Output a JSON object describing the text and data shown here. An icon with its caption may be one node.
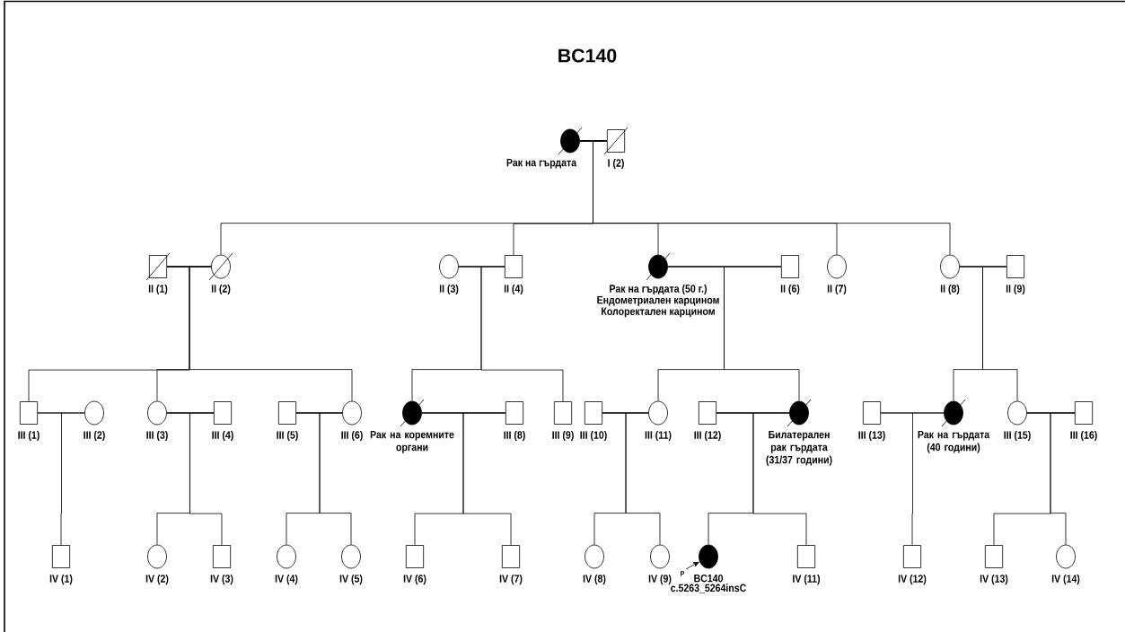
{
  "diagram": {
    "title": "BC140",
    "nodes": [
      {
        "text": [],
        "shape": "circle",
        "beside": [
          "Рак на гърдата"
        ]
      },
      {
        "text": [],
        "shape": "box",
        "beside": [
          "I (2)"
        ]
      },
      {
        "text": [],
        "shape": "box",
        "beside": [
          "II (1)"
        ]
      },
      {
        "text": [],
        "shape": "circle",
        "beside": [
          "II (2)"
        ]
      },
      {
        "text": [],
        "shape": "circle",
        "beside": [
          "II (3)"
        ]
      },
      {
        "text": [],
        "shape": "box",
        "beside": [
          "II (4)"
        ]
      },
      {
        "text": [],
        "shape": "circle",
        "beside": [
          "Рак на гърдата (50 г.)",
          "Ендометриален карцином",
          "Колоректален карцином"
        ]
      },
      {
        "text": [],
        "shape": "box",
        "beside": [
          "II (6)"
        ]
      },
      {
        "text": [],
        "shape": "circle",
        "beside": [
          "II (7)"
        ]
      },
      {
        "text": [],
        "shape": "circle",
        "beside": [
          "II (8)"
        ]
      },
      {
        "text": [],
        "shape": "box",
        "beside": [
          "II (9)"
        ]
      },
      {
        "text": [],
        "shape": "box",
        "beside": [
          "III (1)"
        ]
      },
      {
        "text": [],
        "shape": "circle",
        "beside": [
          "III (2)"
        ]
      },
      {
        "text": [],
        "shape": "circle",
        "beside": [
          "III (3)"
        ]
      },
      {
        "text": [],
        "shape": "box",
        "beside": [
          "III (4)"
        ]
      },
      {
        "text": [],
        "shape": "box",
        "beside": [
          "III (5)"
        ]
      },
      {
        "text": [],
        "shape": "circle",
        "beside": [
          "III (6)"
        ]
      },
      {
        "text": [],
        "shape": "circle",
        "beside": [
          "Рак на коремните органи"
        ]
      },
      {
        "text": [],
        "shape": "box",
        "beside": [
          "III (8)"
        ]
      },
      {
        "text": [],
        "shape": "box",
        "beside": [
          "III (9)"
        ]
      },
      {
        "text": [],
        "shape": "box",
        "beside": [
          "III (10)"
        ]
      },
      {
        "text": [],
        "shape": "circle",
        "beside": [
          "III (11)"
        ]
      },
      {
        "text": [],
        "shape": "box",
        "beside": [
          "III (12)"
        ]
      },
      {
        "text": [],
        "shape": "circle",
        "beside": [
          "Билатерален рак гърдата (31/37 години)"
        ]
      },
      {
        "text": [],
        "shape": "box",
        "beside": [
          "III (13)"
        ]
      },
      {
        "text": [],
        "shape": "circle",
        "beside": [
          "Рак на гърдата (40 години)"
        ]
      },
      {
        "text": [],
        "shape": "circle",
        "beside": [
          "III (15)"
        ]
      },
      {
        "text": [],
        "shape": "box",
        "beside": [
          "III (16)"
        ]
      },
      {
        "text": [],
        "shape": "box",
        "beside": [
          "IV (1)"
        ]
      },
      {
        "text": [],
        "shape": "circle",
        "beside": [
          "IV (2)"
        ]
      },
      {
        "text": [],
        "shape": "box",
        "beside": [
          "IV (3)"
        ]
      },
      {
        "text": [],
        "shape": "circle",
        "beside": [
          "IV (4)"
        ]
      },
      {
        "text": [],
        "shape": "circle",
        "beside": [
          "IV (5)"
        ]
      },
      {
        "text": [],
        "shape": "box",
        "beside": [
          "IV (6)"
        ]
      },
      {
        "text": [],
        "shape": "box",
        "beside": [
          "IV (7)"
        ]
      },
      {
        "text": [],
        "shape": "circle",
        "beside": [
          "IV (8)"
        ]
      },
      {
        "text": [],
        "shape": "circle",
        "beside": [
          "IV (9)"
        ]
      },
      {
        "text": [],
        "shape": "circle",
        "beside": [
          "BC140",
          "c.5263_5264insC"
        ]
      },
      {
        "text": [],
        "shape": "box",
        "beside": [
          "IV (11)"
        ]
      },
      {
        "text": [],
        "shape": "box",
        "beside": [
          "IV (12)"
        ]
      },
      {
        "text": [],
        "shape": "box",
        "beside": [
          "IV (13)"
        ]
      },
      {
        "text": [],
        "shape": "circle",
        "beside": [
          "IV (14)"
        ]
      }
    ],
    "edges": [
      {
        "from": 0,
        "to": 1,
        "arrow": "none"
      },
      {
        "from": 2,
        "to": 3,
        "arrow": "none"
      },
      {
        "from": 4,
        "to": 5,
        "arrow": "none"
      },
      {
        "from": 6,
        "to": 7,
        "arrow": "none"
      },
      {
        "from": 9,
        "to": 10,
        "arrow": "none"
      },
      {
        "from": 11,
        "to": 12,
        "arrow": "none"
      },
      {
        "from": 13,
        "to": 14,
        "arrow": "none"
      },
      {
        "from": 15,
        "to": 16,
        "arrow": "none"
      },
      {
        "from": 17,
        "to": 18,
        "arrow": "none"
      },
      {
        "from": 20,
        "to": 21,
        "arrow": "none"
      },
      {
        "from": 22,
        "to": 23,
        "arrow": "none"
      },
      {
        "from": 24,
        "to": 25,
        "arrow": "none"
      },
      {
        "from": 26,
        "to": 27,
        "arrow": "none"
      },
      {
        "from": 0,
        "to": 3,
        "arrow": "none"
      },
      {
        "from": 1,
        "to": 3,
        "arrow": "none"
      },
      {
        "from": 0,
        "to": 5,
        "arrow": "none"
      },
      {
        "from": 1,
        "to": 5,
        "arrow": "none"
      },
      {
        "from": 0,
        "to": 6,
        "arrow": "none"
      },
      {
        "from": 1,
        "to": 6,
        "arrow": "none"
      },
      {
        "from": 0,
        "to": 8,
        "arrow": "none"
      },
      {
        "from": 1,
        "to": 8,
        "arrow": "none"
      },
      {
        "from": 0,
        "to": 9,
        "arrow": "none"
      },
      {
        "from": 1,
        "to": 9,
        "arrow": "none"
      },
      {
        "from": 2,
        "to": 11,
        "arrow": "none"
      },
      {
        "from": 3,
        "to": 11,
        "arrow": "none"
      },
      {
        "from": 2,
        "to": 13,
        "arrow": "none"
      },
      {
        "from": 3,
        "to": 13,
        "arrow": "none"
      },
      {
        "from": 2,
        "to": 16,
        "arrow": "none"
      },
      {
        "from": 3,
        "to": 16,
        "arrow": "none"
      },
      {
        "from": 4,
        "to": 17,
        "arrow": "none"
      },
      {
        "from": 5,
        "to": 17,
        "arrow": "none"
      },
      {
        "from": 4,
        "to": 19,
        "arrow": "none"
      },
      {
        "from": 5,
        "to": 19,
        "arrow": "none"
      },
      {
        "from": 6,
        "to": 21,
        "arrow": "none"
      },
      {
        "from": 7,
        "to": 21,
        "arrow": "none"
      },
      {
        "from": 6,
        "to": 23,
        "arrow": "none"
      },
      {
        "from": 7,
        "to": 23,
        "arrow": "none"
      },
      {
        "from": 9,
        "to": 25,
        "arrow": "none"
      },
      {
        "from": 10,
        "to": 25,
        "arrow": "none"
      },
      {
        "from": 9,
        "to": 26,
        "arrow": "none"
      },
      {
        "from": 10,
        "to": 26,
        "arrow": "none"
      },
      {
        "from": 11,
        "to": 28,
        "arrow": "none"
      },
      {
        "from": 12,
        "to": 28,
        "arrow": "none"
      },
      {
        "from": 13,
        "to": 29,
        "arrow": "none"
      },
      {
        "from": 14,
        "to": 29,
        "arrow": "none"
      },
      {
        "from": 13,
        "to": 30,
        "arrow": "none"
      },
      {
        "from": 14,
        "to": 30,
        "arrow": "none"
      },
      {
        "from": 15,
        "to": 31,
        "arrow": "none"
      },
      {
        "from": 16,
        "to": 31,
        "arrow": "none"
      },
      {
        "from": 15,
        "to": 32,
        "arrow": "none"
      },
      {
        "from": 16,
        "to": 32,
        "arrow": "none"
      },
      {
        "from": 17,
        "to": 33,
        "arrow": "none"
      },
      {
        "from": 18,
        "to": 33,
        "arrow": "none"
      },
      {
        "from": 17,
        "to": 34,
        "arrow": "none"
      },
      {
        "from": 18,
        "to": 34,
        "arrow": "none"
      },
      {
        "from": 20,
        "to": 35,
        "arrow": "none"
      },
      {
        "from": 21,
        "to": 35,
        "arrow": "none"
      },
      {
        "from": 20,
        "to": 36,
        "arrow": "none"
      },
      {
        "from": 21,
        "to": 36,
        "arrow": "none"
      },
      {
        "from": 22,
        "to": 37,
        "arrow": "none"
      },
      {
        "from": 23,
        "to": 37,
        "arrow": "none"
      },
      {
        "from": 22,
        "to": 38,
        "arrow": "none"
      },
      {
        "from": 23,
        "to": 38,
        "arrow": "none"
      },
      {
        "from": 24,
        "to": 39,
        "arrow": "none"
      },
      {
        "from": 25,
        "to": 39,
        "arrow": "none"
      },
      {
        "from": 26,
        "to": 40,
        "arrow": "none"
      },
      {
        "from": 27,
        "to": 40,
        "arrow": "none"
      },
      {
        "from": 26,
        "to": 41,
        "arrow": "none"
      },
      {
        "from": 27,
        "to": 41,
        "arrow": "none"
      },
      {
        "from": null,
        "to": 37,
        "arrow": "to",
        "label": "P"
      }
    ]
  }
}
